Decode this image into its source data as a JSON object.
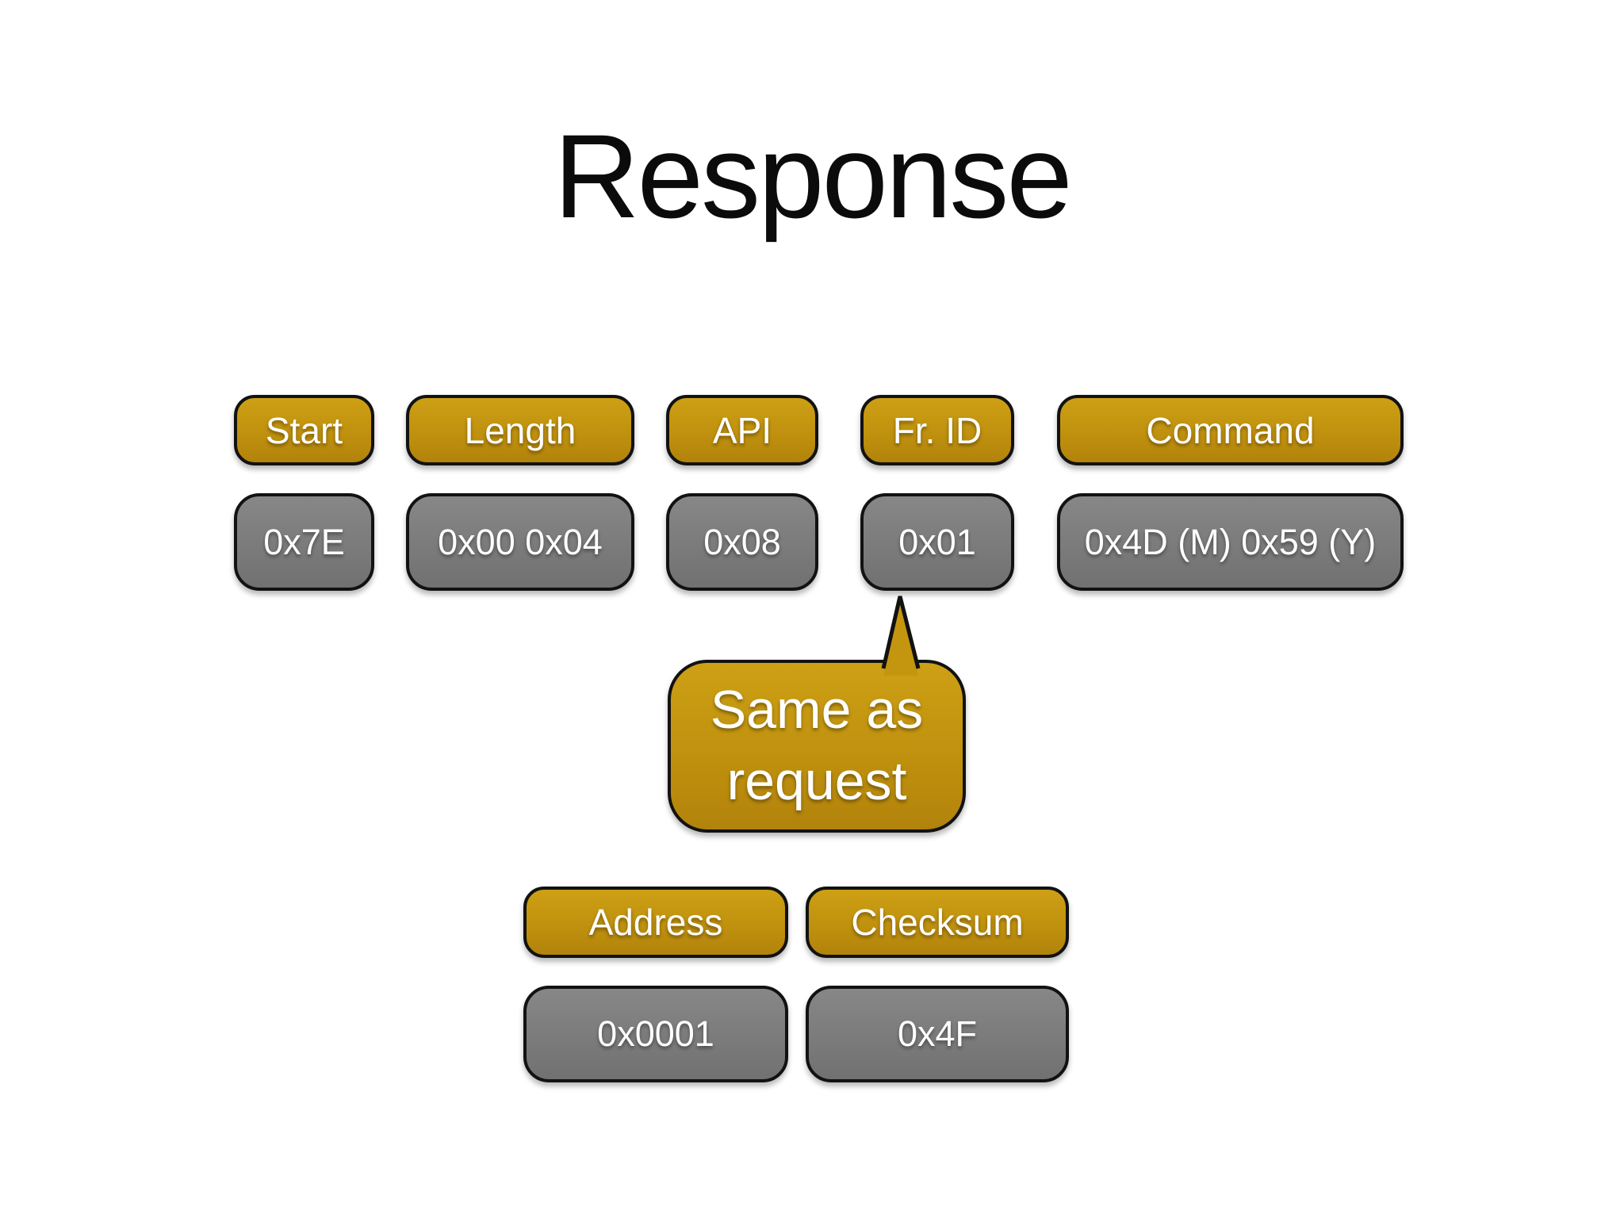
{
  "slide": {
    "title": "Response"
  },
  "frame_fields": [
    {
      "label": "Start",
      "value": "0x7E"
    },
    {
      "label": "Length",
      "value": "0x00 0x04"
    },
    {
      "label": "API",
      "value": "0x08"
    },
    {
      "label": "Fr. ID",
      "value": "0x01"
    },
    {
      "label": "Command",
      "value": "0x4D (M) 0x59 (Y)"
    }
  ],
  "callout": {
    "text": "Same as request"
  },
  "footer_fields": [
    {
      "label": "Address",
      "value": "0x0001"
    },
    {
      "label": "Checksum",
      "value": "0x4F"
    }
  ],
  "colors": {
    "label_gold": "#c0910e",
    "value_gray": "#7b7b7b",
    "outline": "#121212",
    "box_text": "#ffffff",
    "title_text": "#0b0b0b",
    "background": "#ffffff"
  }
}
